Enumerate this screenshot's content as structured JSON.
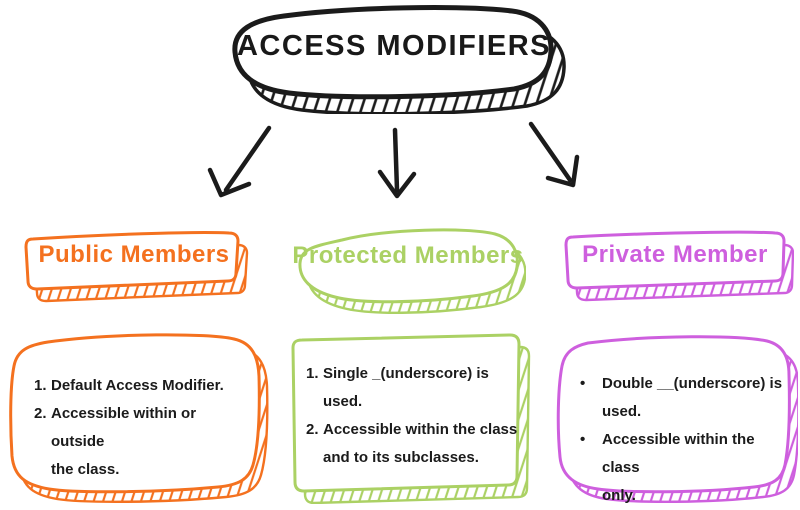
{
  "title": {
    "label": "ACCESS MODIFIERS"
  },
  "colors": {
    "title_ink": "#1b1b1b",
    "public_accent": "#F4711F",
    "protected_accent": "#ABD164",
    "private_accent": "#CE5FDE",
    "body_text": "#1b1b1b",
    "background": "#ffffff"
  },
  "arrows": [
    {
      "direction": "down-left"
    },
    {
      "direction": "down"
    },
    {
      "direction": "down-right"
    }
  ],
  "columns": [
    {
      "id": "public",
      "header": "Public Members",
      "accent": "#F4711F",
      "list_style": "numbered",
      "items": [
        {
          "marker": "1.",
          "lines": [
            "Default Access Modifier."
          ]
        },
        {
          "marker": "2.",
          "lines": [
            "Accessible within or outside",
            "the class."
          ]
        }
      ]
    },
    {
      "id": "protected",
      "header": "Protected Members",
      "accent": "#ABD164",
      "list_style": "numbered",
      "items": [
        {
          "marker": "1.",
          "lines": [
            "Single _(underscore) is",
            "used."
          ]
        },
        {
          "marker": "2.",
          "lines": [
            "Accessible within the class",
            "and to its subclasses."
          ]
        }
      ]
    },
    {
      "id": "private",
      "header": "Private Member",
      "accent": "#CE5FDE",
      "list_style": "bulleted",
      "items": [
        {
          "marker": "•",
          "lines": [
            "Double __(underscore) is",
            "used."
          ]
        },
        {
          "marker": "•",
          "lines": [
            "Accessible within the class",
            "only."
          ]
        }
      ]
    }
  ]
}
